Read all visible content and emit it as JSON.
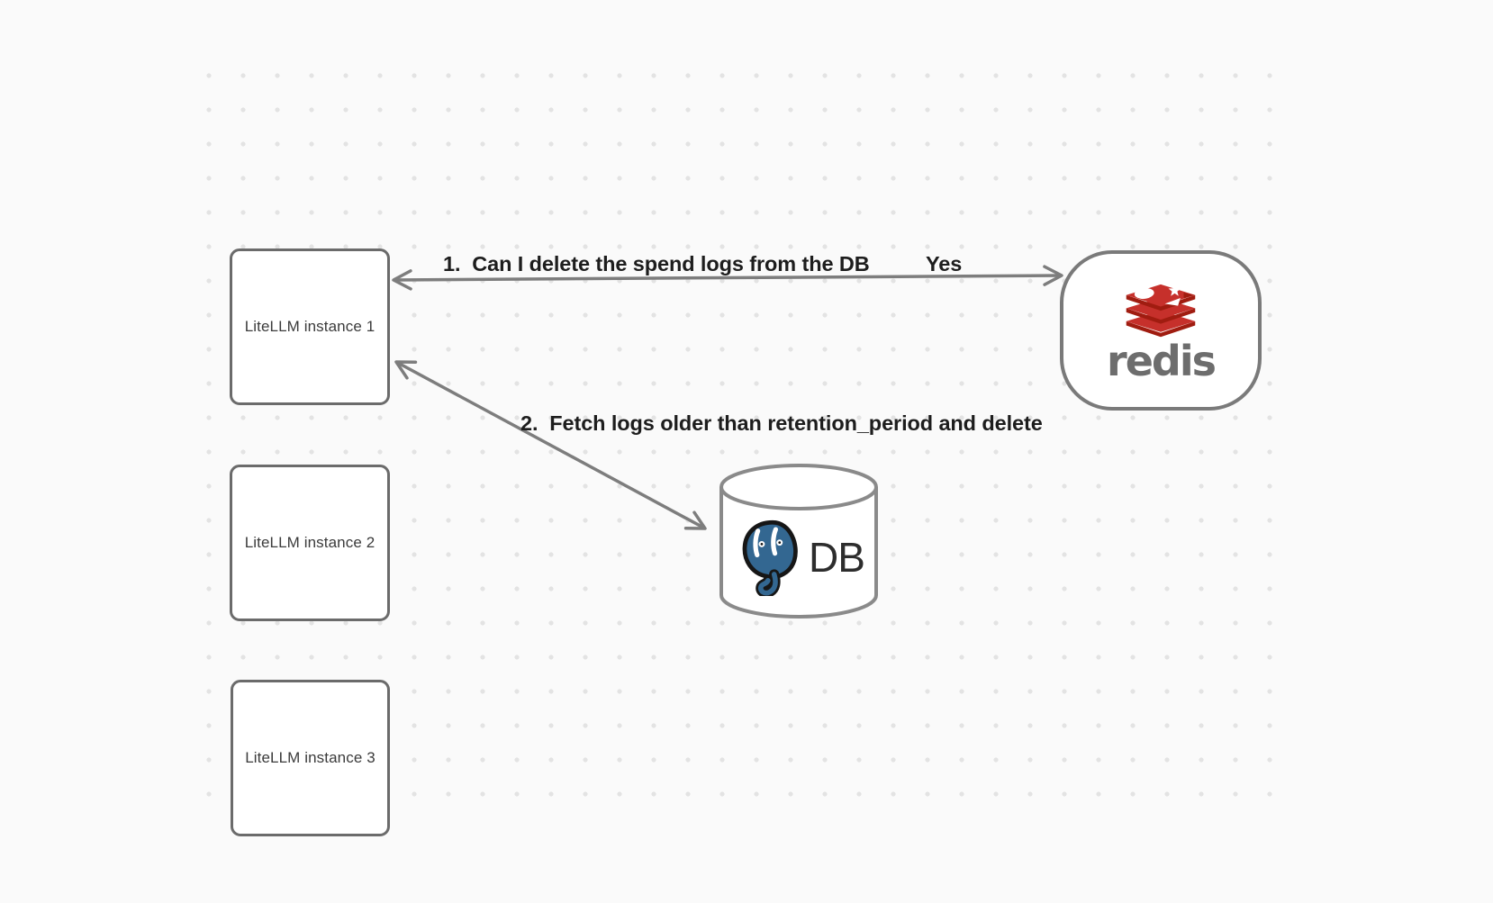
{
  "canvas": {
    "type": "whiteboard-diagram"
  },
  "nodes": {
    "instance1": {
      "label": "LiteLLM instance 1"
    },
    "instance2": {
      "label": "LiteLLM instance 2"
    },
    "instance3": {
      "label": "LiteLLM instance 3"
    },
    "redis": {
      "wordmark": "redis"
    },
    "db": {
      "label": "DB"
    }
  },
  "edges": {
    "query": {
      "label": "1.  Can I delete the spend logs from the DB",
      "response": "Yes",
      "from": "redis",
      "to": "instance1",
      "style": "double-headed-arrow"
    },
    "fetch": {
      "label": "2.  Fetch logs older than retention_period and delete",
      "from": "instance1",
      "to": "db",
      "style": "double-headed-arrow"
    }
  },
  "colors": {
    "background": "#fafafa",
    "dot": "#e3e3e3",
    "arrow": "#7d7d7d",
    "box_border": "#6b6b6b",
    "box_text": "#3b3b3b",
    "label_text": "#1d1d1d",
    "redis_border": "#7a7a7a",
    "redis_red": "#c6302b",
    "redis_dark": "#a01c10",
    "redis_gray": "#6d6d6d",
    "cylinder_border": "#8a8a8a",
    "pg_blue": "#336791",
    "db_text": "#2d2d2d"
  }
}
